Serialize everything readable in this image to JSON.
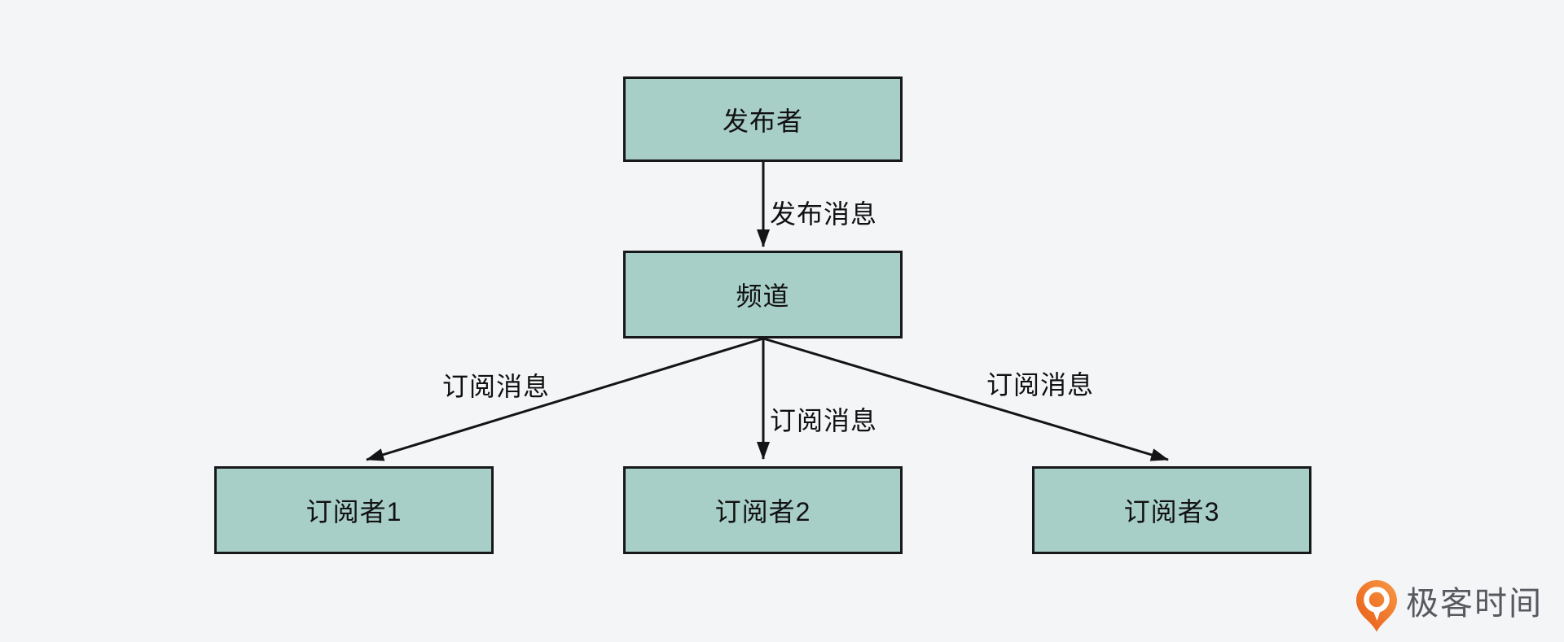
{
  "diagram": {
    "type": "flowchart",
    "pattern": "publish-subscribe",
    "nodes": [
      {
        "id": "publisher",
        "label": "发布者"
      },
      {
        "id": "channel",
        "label": "频道"
      },
      {
        "id": "subscriber1",
        "label": "订阅者1"
      },
      {
        "id": "subscriber2",
        "label": "订阅者2"
      },
      {
        "id": "subscriber3",
        "label": "订阅者3"
      }
    ],
    "edges": [
      {
        "from": "publisher",
        "to": "channel",
        "label": "发布消息"
      },
      {
        "from": "channel",
        "to": "subscriber1",
        "label": "订阅消息"
      },
      {
        "from": "channel",
        "to": "subscriber2",
        "label": "订阅消息"
      },
      {
        "from": "channel",
        "to": "subscriber3",
        "label": "订阅消息"
      }
    ],
    "colors": {
      "background": "#f4f5f7",
      "node_fill": "#a8cec8",
      "node_border": "#17181a",
      "edge_stroke": "#141414",
      "text": "#111111"
    }
  },
  "branding": {
    "logo_text": "极客时间",
    "logo_orange": "#ed6a1c",
    "logo_text_color": "#57595e"
  }
}
